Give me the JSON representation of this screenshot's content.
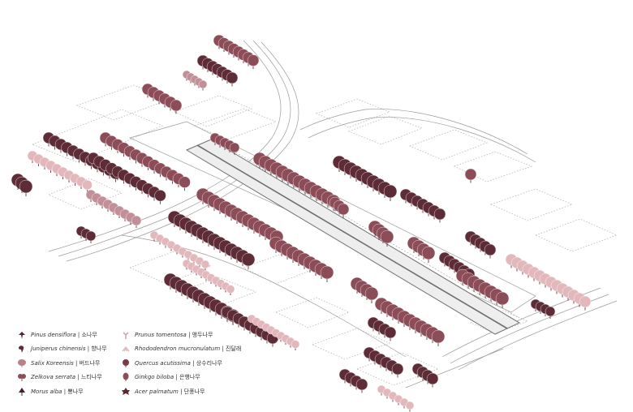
{
  "colors": {
    "background": "#ffffff",
    "road_line": "#9a9a9a",
    "dashed_block": "#b5b5b5",
    "boulevard": "#6e6e6e",
    "tree_dark": "#5e2c36",
    "tree_mid": "#8c4c58",
    "tree_light": "#c28e97",
    "tree_pink": "#e2b8bd"
  },
  "legend": {
    "left": [
      {
        "latin": "Pinus densiflora",
        "korean": "소나무",
        "icon": "pine-icon",
        "color": "#4f2530"
      },
      {
        "latin": "Juniperus chinensis",
        "korean": "향나무",
        "icon": "juniper-icon",
        "color": "#5e2c36"
      },
      {
        "latin": "Salix Koreensis",
        "korean": "버드나무",
        "icon": "willow-icon",
        "color": "#b9808a"
      },
      {
        "latin": "Zelkova serrata",
        "korean": "느티나무",
        "icon": "zelkova-icon",
        "color": "#8c4c58"
      },
      {
        "latin": "Morus alba",
        "korean": "뽕나무",
        "icon": "mulberry-icon",
        "color": "#4a2129"
      }
    ],
    "right": [
      {
        "latin": "Prunus tomentosa",
        "korean": "앵두나무",
        "icon": "cherry-shrub-icon",
        "color": "#d9a5ad"
      },
      {
        "latin": "Rhododendron mucronulatum",
        "korean": "진달래",
        "icon": "azalea-icon",
        "color": "#e2b8bd"
      },
      {
        "latin": "Quercus acutissima",
        "korean": "상수리나무",
        "icon": "oak-icon",
        "color": "#7a3a46"
      },
      {
        "latin": "Ginkgo biloba",
        "korean": "은행나무",
        "icon": "ginkgo-icon",
        "color": "#8c4c58"
      },
      {
        "latin": "Acer palmatum",
        "korean": "단풍나무",
        "icon": "maple-icon",
        "color": "#5a2a33"
      }
    ]
  }
}
